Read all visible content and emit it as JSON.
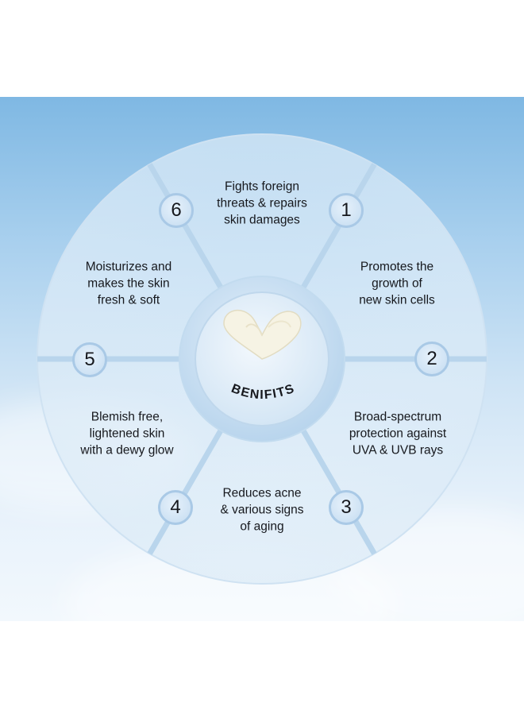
{
  "center": {
    "label": "BENIFITS"
  },
  "segments": [
    {
      "number": "1",
      "lines": [
        "Promotes the",
        "growth of",
        "new skin cells"
      ]
    },
    {
      "number": "2",
      "lines": [
        "Broad-spectrum",
        "protection against",
        "UVA & UVB rays"
      ]
    },
    {
      "number": "3",
      "lines": [
        "Reduces acne",
        "& various signs",
        "of aging"
      ]
    },
    {
      "number": "4",
      "lines": [
        "Blemish free,",
        "lightened skin",
        "with a dewy glow"
      ]
    },
    {
      "number": "5",
      "lines": [
        "Moisturizes and",
        "makes the skin",
        "fresh & soft"
      ]
    },
    {
      "number": "6",
      "lines": [
        "Fights foreign",
        "threats & repairs",
        "skin damages"
      ]
    }
  ],
  "colors": {
    "sky_top": "#7fb8e3",
    "divider": "#b9d5ec",
    "text": "#16181d",
    "hub": "#cfe3f4",
    "heart_cream": "#f6f3e4"
  },
  "icons": {
    "center": "cream-heart-icon"
  }
}
